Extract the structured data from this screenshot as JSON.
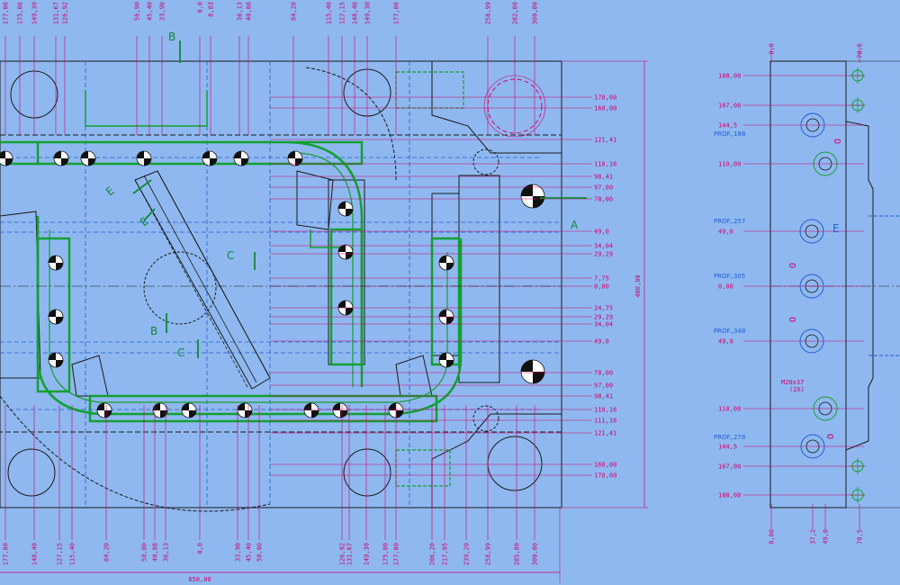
{
  "colors": {
    "background": "#8fb8f0",
    "outline": "#1a1a1a",
    "dimension": "#d0006a",
    "channel": "#12a030",
    "hidden": "#1f5fd0",
    "marker": "#111111"
  },
  "top_dims": [
    "177,00",
    "175,00",
    "149,30",
    "131,67",
    "126,92",
    "56,90",
    "45,40",
    "33,90",
    "0,0",
    "8,83",
    "36,13",
    "40,88",
    "84,20",
    "115,40",
    "127,15",
    "148,40",
    "149,30",
    "177,00",
    "258,99",
    "282,00",
    "300,00"
  ],
  "bottom_dims": [
    "177,00",
    "148,40",
    "127,15",
    "115,40",
    "84,20",
    "50,00",
    "40,88",
    "36,13",
    "0,0",
    "33,90",
    "45,40",
    "50,00",
    "126,92",
    "131,67",
    "149,30",
    "175,00",
    "177,00",
    "206,20",
    "217,95",
    "239,20",
    "258,99",
    "285,00",
    "300,00"
  ],
  "right_dims": [
    "170,00",
    "160,00",
    "121,41",
    "110,16",
    "98,41",
    "97,00",
    "78,00",
    "49,0",
    "34,04",
    "29,29",
    "7,75",
    "0,00",
    "24,75",
    "29,29",
    "34,04",
    "49,0",
    "78,00",
    "97,00",
    "98,41",
    "110,16",
    "111,16",
    "121,41",
    "160,00",
    "170,00"
  ],
  "overall_height": "400,00",
  "overall_width": "650,00",
  "section_labels": [
    "A",
    "B",
    "B",
    "C",
    "C",
    "E",
    "E"
  ],
  "side_view": {
    "top_dims": [
      "0,0",
      "78,5"
    ],
    "bottom_dims": [
      "0,00",
      "37,2",
      "49,0",
      "78,5"
    ],
    "left_dims": [
      "188,00",
      "167,00",
      "144,5",
      "110,00",
      "49,0",
      "0,00",
      "49,0",
      "110,00",
      "144,5",
      "167,00",
      "188,00"
    ],
    "prof_labels": [
      "PROF.,188",
      "PROF.,257",
      "PROF.,305",
      "PROF.,348",
      "PROF.,278"
    ],
    "thread_label": "M20x37",
    "thread_count": "(2X)",
    "section_label": "E",
    "o_marks": [
      "O",
      "O",
      "O",
      "O"
    ]
  }
}
